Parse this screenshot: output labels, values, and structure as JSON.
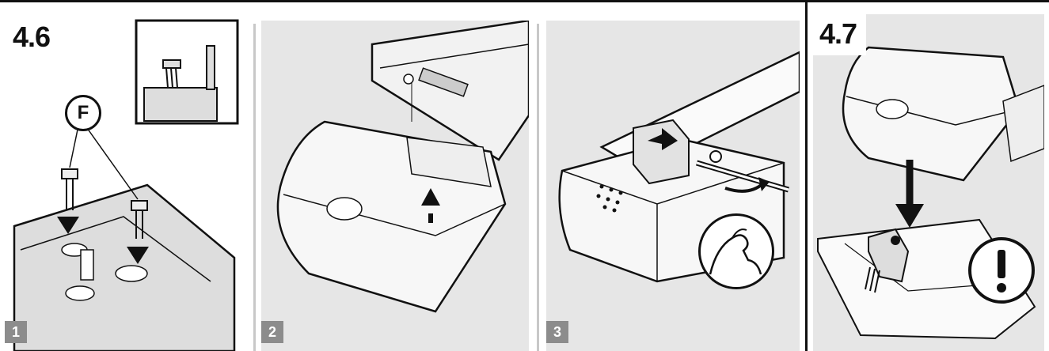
{
  "sections": {
    "left_title": "4.6",
    "right_title": "4.7"
  },
  "steps": [
    {
      "number": "1"
    },
    {
      "number": "2"
    },
    {
      "number": "3"
    }
  ],
  "callouts": {
    "fastener": "F"
  },
  "icons": {
    "strength": "flexed-arm-icon",
    "warning": "exclamation-icon",
    "arrow": "arrow-icon"
  },
  "colors": {
    "line": "#111111",
    "panel_gray": "#e6e6e6",
    "step_badge": "#8c8c8c"
  }
}
